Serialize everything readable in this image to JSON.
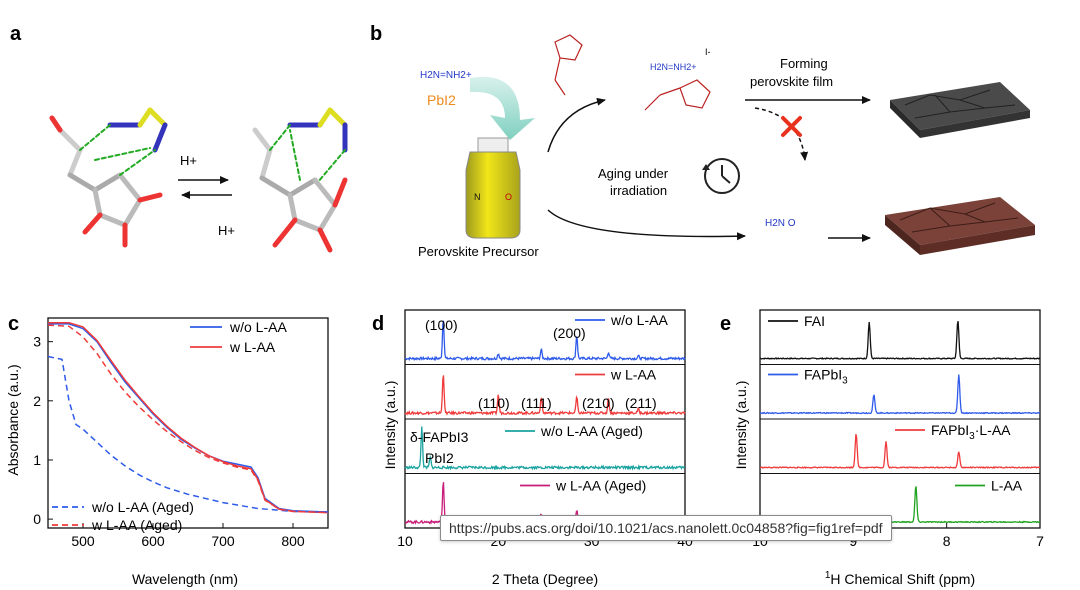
{
  "panel_labels": {
    "a": "a",
    "b": "b",
    "c": "c",
    "d": "d",
    "e": "e"
  },
  "panel_a": {
    "h_plus_top": "H+",
    "h_plus_bottom": "H+"
  },
  "panel_b": {
    "pbi2": "PbI2",
    "precursor_label": "Perovskite Precursor",
    "forming": "Forming",
    "perovskite_film": "perovskite film",
    "aging_line1": "Aging under",
    "aging_line2": "irradiation",
    "fa_label": "H2N=NH2+",
    "iodide": "I-",
    "formamide": "H2N  O",
    "colors": {
      "fresh_film": "#3a3a3a",
      "aged_film": "#6e3a32",
      "cross": "#e8321e",
      "arrow_cyan": "#8fd6c8",
      "solution": "#e0d20a"
    }
  },
  "chart_data": [
    {
      "id": "c",
      "type": "line",
      "xlabel": "Wavelength (nm)",
      "ylabel": "Absorbance (a.u.)",
      "xlim": [
        450,
        850
      ],
      "ylim": [
        -0.15,
        3.4
      ],
      "xticks": [
        500,
        600,
        700,
        800
      ],
      "yticks": [
        0,
        1,
        2,
        3
      ],
      "legend_top": [
        "w/o L-AA",
        "w  L-AA"
      ],
      "legend_bottom": [
        "w/o L-AA (Aged)",
        "w L-AA (Aged)"
      ],
      "series": [
        {
          "name": "w/o L-AA",
          "style": "solid",
          "color": "#2f5bea",
          "x": [
            450,
            480,
            500,
            520,
            540,
            560,
            580,
            600,
            620,
            640,
            660,
            680,
            700,
            720,
            740,
            750,
            760,
            780,
            800,
            850
          ],
          "y": [
            3.3,
            3.3,
            3.22,
            3.0,
            2.65,
            2.32,
            2.05,
            1.78,
            1.55,
            1.35,
            1.2,
            1.07,
            0.98,
            0.93,
            0.88,
            0.7,
            0.35,
            0.18,
            0.14,
            0.12
          ]
        },
        {
          "name": "w  L-AA",
          "style": "solid",
          "color": "#ef3b3b",
          "x": [
            450,
            480,
            500,
            520,
            540,
            560,
            580,
            600,
            620,
            640,
            660,
            680,
            700,
            720,
            740,
            750,
            760,
            780,
            800,
            850
          ],
          "y": [
            3.32,
            3.32,
            3.25,
            3.02,
            2.68,
            2.35,
            2.07,
            1.8,
            1.57,
            1.37,
            1.21,
            1.07,
            0.97,
            0.9,
            0.85,
            0.67,
            0.33,
            0.17,
            0.13,
            0.11
          ]
        },
        {
          "name": "w/o L-AA (Aged)",
          "style": "dashed",
          "color": "#2f5bea",
          "x": [
            450,
            470,
            480,
            490,
            500,
            520,
            540,
            560,
            580,
            600,
            620,
            650,
            700,
            750,
            800,
            850
          ],
          "y": [
            2.75,
            2.7,
            2.0,
            1.6,
            1.52,
            1.3,
            1.08,
            0.9,
            0.75,
            0.63,
            0.53,
            0.42,
            0.28,
            0.18,
            0.13,
            0.12
          ]
        },
        {
          "name": "w L-AA (Aged)",
          "style": "dashed",
          "color": "#ef3b3b",
          "x": [
            450,
            480,
            500,
            520,
            540,
            560,
            580,
            600,
            620,
            640,
            660,
            680,
            700,
            720,
            740,
            750,
            760,
            780,
            800,
            850
          ],
          "y": [
            3.28,
            3.26,
            3.08,
            2.8,
            2.45,
            2.15,
            1.9,
            1.68,
            1.48,
            1.31,
            1.16,
            1.04,
            0.95,
            0.88,
            0.83,
            0.65,
            0.32,
            0.17,
            0.13,
            0.11
          ]
        }
      ]
    },
    {
      "id": "d",
      "type": "line",
      "xlabel": "2 Theta (Degree)",
      "ylabel": "Intensity (a.u.)",
      "xlim": [
        10,
        40
      ],
      "xticks": [
        10,
        20,
        30,
        40
      ],
      "annotations": [
        "(100)",
        "(200)",
        "(110)",
        "(111)",
        "(210)",
        "(211)",
        "δ-FAPbI3",
        "PbI2"
      ],
      "series": [
        {
          "name": "w/o L-AA",
          "color": "#2f5bea",
          "peaks": [
            [
              14.1,
              1.0
            ],
            [
              20.0,
              0.13
            ],
            [
              24.6,
              0.22
            ],
            [
              28.4,
              0.58
            ],
            [
              31.8,
              0.16
            ],
            [
              35.0,
              0.06
            ]
          ]
        },
        {
          "name": "w L-AA",
          "color": "#ef3b3b",
          "peaks": [
            [
              14.1,
              1.0
            ],
            [
              20.0,
              0.45
            ],
            [
              24.6,
              0.4
            ],
            [
              28.4,
              0.4
            ],
            [
              31.8,
              0.38
            ],
            [
              35.0,
              0.1
            ]
          ]
        },
        {
          "name": "w/o L-AA (Aged)",
          "color": "#1aa3a0",
          "peaks": [
            [
              11.8,
              1.0
            ],
            [
              12.7,
              0.25
            ]
          ]
        },
        {
          "name": "w L-AA (Aged)",
          "color": "#c81e7a",
          "peaks": [
            [
              14.1,
              1.0
            ],
            [
              20.0,
              0.12
            ],
            [
              24.6,
              0.2
            ],
            [
              28.4,
              0.3
            ],
            [
              31.8,
              0.15
            ]
          ]
        }
      ]
    },
    {
      "id": "e",
      "type": "line",
      "xlabel": "1H Chemical Shift (ppm)",
      "xlabel_sup": "1",
      "xlabel_rest": "H Chemical Shift (ppm)",
      "ylabel": "Intensity (a.u.)",
      "xlim": [
        10,
        7
      ],
      "xticks": [
        10,
        9,
        8,
        7
      ],
      "series": [
        {
          "name": "FAI",
          "color": "#111111",
          "peaks": [
            [
              8.83,
              0.9
            ],
            [
              7.88,
              0.95
            ]
          ]
        },
        {
          "name": "FAPbI3",
          "color": "#2f5bea",
          "peaks": [
            [
              8.78,
              0.45
            ],
            [
              7.87,
              0.95
            ]
          ]
        },
        {
          "name": "FAPbI3·L-AA",
          "color": "#ef3b3b",
          "peaks": [
            [
              8.97,
              0.85
            ],
            [
              8.65,
              0.65
            ],
            [
              7.87,
              0.4
            ]
          ]
        },
        {
          "name": "L-AA",
          "color": "#1fa31f",
          "peaks": [
            [
              8.33,
              0.9
            ]
          ]
        }
      ]
    }
  ],
  "tooltip_url": "https://pubs.acs.org/doi/10.1021/acs.nanolett.0c04858?fig=fig1ref=pdf"
}
